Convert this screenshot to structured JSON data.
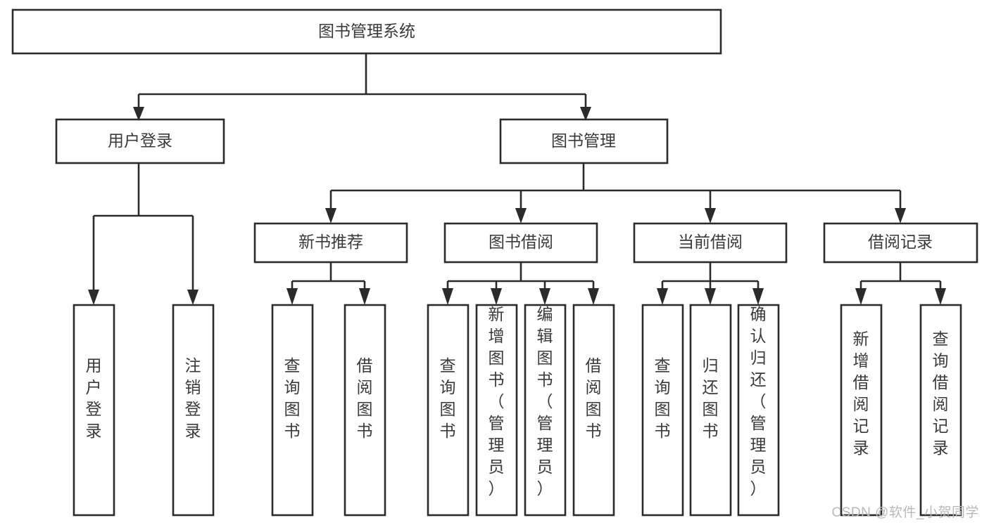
{
  "diagram": {
    "type": "tree",
    "title": "图书管理系统",
    "watermark": "CSDN @软件_小贺同学",
    "colors": {
      "stroke": "#2b2b2b",
      "fill": "#ffffff",
      "text": "#3a3a3a",
      "watermark": "#b9b9b9",
      "background": "#ffffff"
    },
    "levels": {
      "root": "图书管理系统",
      "level2": [
        "用户登录",
        "图书管理"
      ],
      "level3": [
        "新书推荐",
        "图书借阅",
        "当前借阅",
        "借阅记录"
      ]
    },
    "nodes": {
      "root": {
        "label": "图书管理系统",
        "orientation": "horizontal"
      },
      "user_login": {
        "label": "用户登录",
        "orientation": "horizontal"
      },
      "book_manage": {
        "label": "图书管理",
        "orientation": "horizontal"
      },
      "new_book_rec": {
        "label": "新书推荐",
        "orientation": "horizontal"
      },
      "book_borrow": {
        "label": "图书借阅",
        "orientation": "horizontal"
      },
      "current_borrow": {
        "label": "当前借阅",
        "orientation": "horizontal"
      },
      "borrow_record": {
        "label": "借阅记录",
        "orientation": "horizontal"
      },
      "leaf_user_login": {
        "label": "用户登录",
        "orientation": "vertical"
      },
      "leaf_logout_login": {
        "label": "注销登录",
        "orientation": "vertical"
      },
      "leaf_query_book_1": {
        "label": "查询图书",
        "orientation": "vertical"
      },
      "leaf_borrow_book_1": {
        "label": "借阅图书",
        "orientation": "vertical"
      },
      "leaf_query_book_2": {
        "label": "查询图书",
        "orientation": "vertical"
      },
      "leaf_add_book": {
        "label": "新增图书（管理员）",
        "orientation": "vertical"
      },
      "leaf_edit_book": {
        "label": "编辑图书（管理员）",
        "orientation": "vertical"
      },
      "leaf_borrow_book_2": {
        "label": "借阅图书",
        "orientation": "vertical"
      },
      "leaf_query_book_3": {
        "label": "查询图书",
        "orientation": "vertical"
      },
      "leaf_return_book": {
        "label": "归还图书",
        "orientation": "vertical"
      },
      "leaf_confirm_return": {
        "label": "确认归还（管理员）",
        "orientation": "vertical"
      },
      "leaf_add_record": {
        "label": "新增借阅记录",
        "orientation": "vertical"
      },
      "leaf_query_record": {
        "label": "查询借阅记录",
        "orientation": "vertical"
      }
    },
    "edges": [
      {
        "from": "root",
        "to": "user_login"
      },
      {
        "from": "root",
        "to": "book_manage"
      },
      {
        "from": "user_login",
        "to": "leaf_user_login"
      },
      {
        "from": "user_login",
        "to": "leaf_logout_login"
      },
      {
        "from": "book_manage",
        "to": "new_book_rec"
      },
      {
        "from": "book_manage",
        "to": "book_borrow"
      },
      {
        "from": "book_manage",
        "to": "current_borrow"
      },
      {
        "from": "book_manage",
        "to": "borrow_record"
      },
      {
        "from": "new_book_rec",
        "to": "leaf_query_book_1"
      },
      {
        "from": "new_book_rec",
        "to": "leaf_borrow_book_1"
      },
      {
        "from": "book_borrow",
        "to": "leaf_query_book_2"
      },
      {
        "from": "book_borrow",
        "to": "leaf_add_book"
      },
      {
        "from": "book_borrow",
        "to": "leaf_edit_book"
      },
      {
        "from": "book_borrow",
        "to": "leaf_borrow_book_2"
      },
      {
        "from": "current_borrow",
        "to": "leaf_query_book_3"
      },
      {
        "from": "current_borrow",
        "to": "leaf_return_book"
      },
      {
        "from": "current_borrow",
        "to": "leaf_confirm_return"
      },
      {
        "from": "borrow_record",
        "to": "leaf_add_record"
      },
      {
        "from": "borrow_record",
        "to": "leaf_query_record"
      }
    ]
  }
}
